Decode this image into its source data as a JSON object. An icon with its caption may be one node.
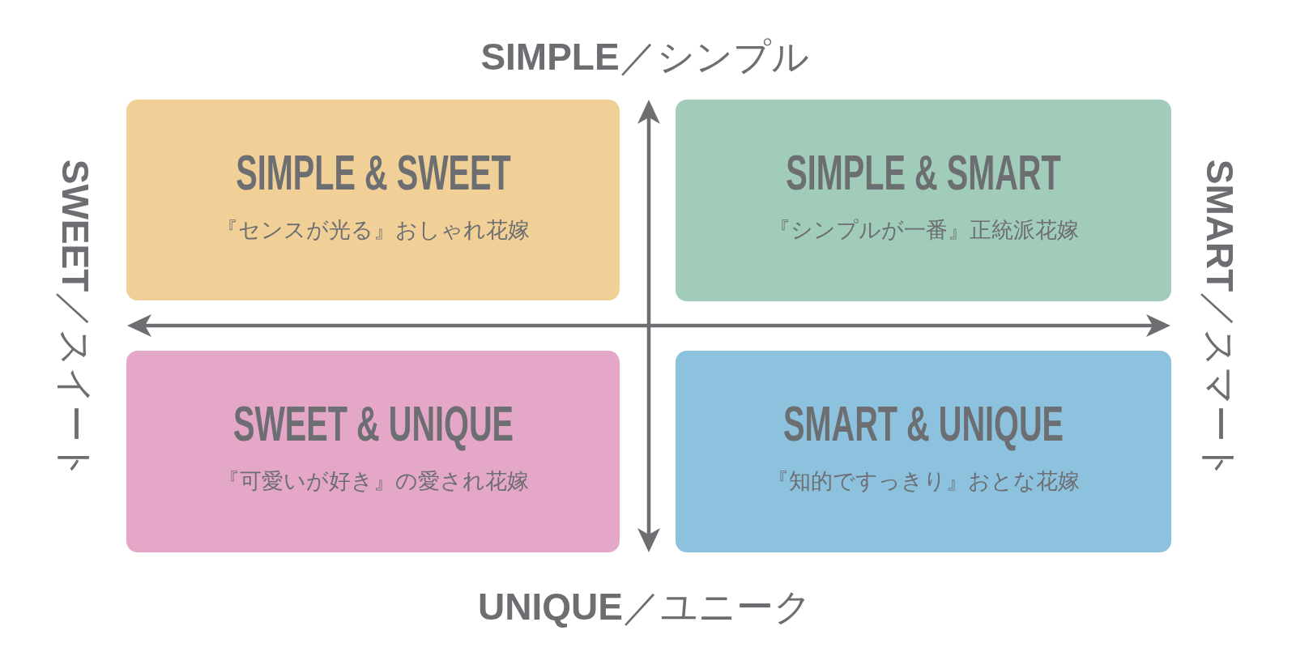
{
  "diagram": {
    "nodes": [
      {
        "text": [
          "SIMPLE & SWEET",
          "『センスが光る』おしゃれ花嫁"
        ]
      },
      {
        "text": [
          "SIMPLE & SMART",
          "『シンプルが一番』正統派花嫁"
        ]
      },
      {
        "text": [
          "SWEET & UNIQUE",
          "『可愛いが好き』の愛され花嫁"
        ]
      },
      {
        "text": [
          "SMART & UNIQUE",
          "『知的ですっきり』おとな花嫁"
        ]
      }
    ],
    "labels": [
      "**SIMPLE**／シンプル",
      "**SWEET**／スイート",
      "**SMART**／スマート",
      "**UNIQUE**／ユニーク"
    ]
  }
}
